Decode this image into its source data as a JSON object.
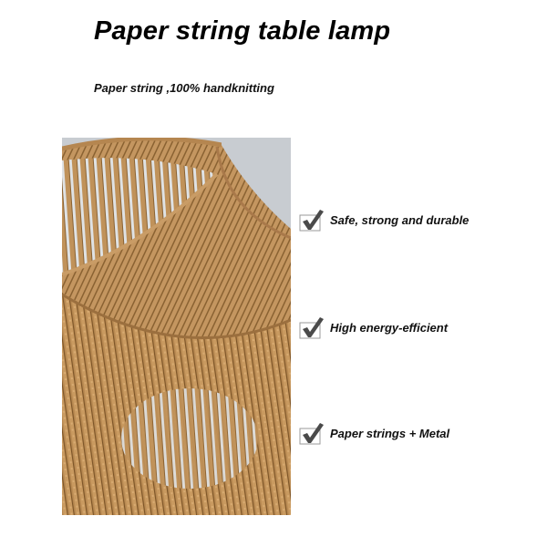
{
  "header": {
    "title": "Paper string table lamp",
    "subtitle": "Paper string ,100% handknitting"
  },
  "product_image": {
    "alt": "Woven paper string lamp shade",
    "background_color": "#c8ccd1",
    "string_color": "#c0925a",
    "string_shadow_color": "#8a6232",
    "bulb_color": "#e6e8ea"
  },
  "features": [
    {
      "icon": "checkbox-checked-icon",
      "label": "Safe, strong and durable"
    },
    {
      "icon": "checkbox-checked-icon",
      "label": "High energy-efficient"
    },
    {
      "icon": "checkbox-checked-icon",
      "label": "Paper strings + Metal"
    }
  ],
  "colors": {
    "text": "#111111",
    "check_mark": "#4a4a4a",
    "check_box_border": "#9a9a9a"
  }
}
